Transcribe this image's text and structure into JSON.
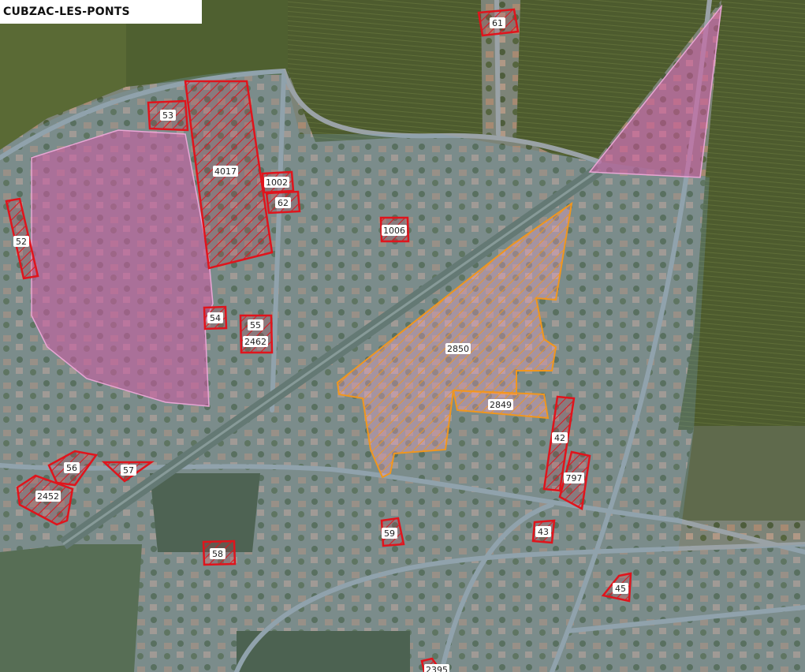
{
  "map": {
    "commune_name": "CUBZAC-LES-PONTS"
  },
  "parcels": [
    {
      "id": "p-61",
      "label": "61"
    },
    {
      "id": "p-53",
      "label": "53"
    },
    {
      "id": "p-4017",
      "label": "4017"
    },
    {
      "id": "p-1002",
      "label": "1002"
    },
    {
      "id": "p-62",
      "label": "62"
    },
    {
      "id": "p-52",
      "label": "52"
    },
    {
      "id": "p-1006",
      "label": "1006"
    },
    {
      "id": "p-54",
      "label": "54"
    },
    {
      "id": "p-55",
      "label": "55"
    },
    {
      "id": "p-2462",
      "label": "2462"
    },
    {
      "id": "p-2850",
      "label": "2850"
    },
    {
      "id": "p-2849",
      "label": "2849"
    },
    {
      "id": "p-42",
      "label": "42"
    },
    {
      "id": "p-797",
      "label": "797"
    },
    {
      "id": "p-56",
      "label": "56"
    },
    {
      "id": "p-57",
      "label": "57"
    },
    {
      "id": "p-2452",
      "label": "2452"
    },
    {
      "id": "p-59",
      "label": "59"
    },
    {
      "id": "p-43",
      "label": "43"
    },
    {
      "id": "p-58",
      "label": "58"
    },
    {
      "id": "p-45",
      "label": "45"
    },
    {
      "id": "p-2395",
      "label": "2395"
    }
  ],
  "colors": {
    "parcel_outline": "#e0141c",
    "project_outline": "#f0961e",
    "urban_zone_fill": "#d25aa5",
    "project_fill": "#f5a0c8",
    "farmland": "#4b5a2d"
  }
}
